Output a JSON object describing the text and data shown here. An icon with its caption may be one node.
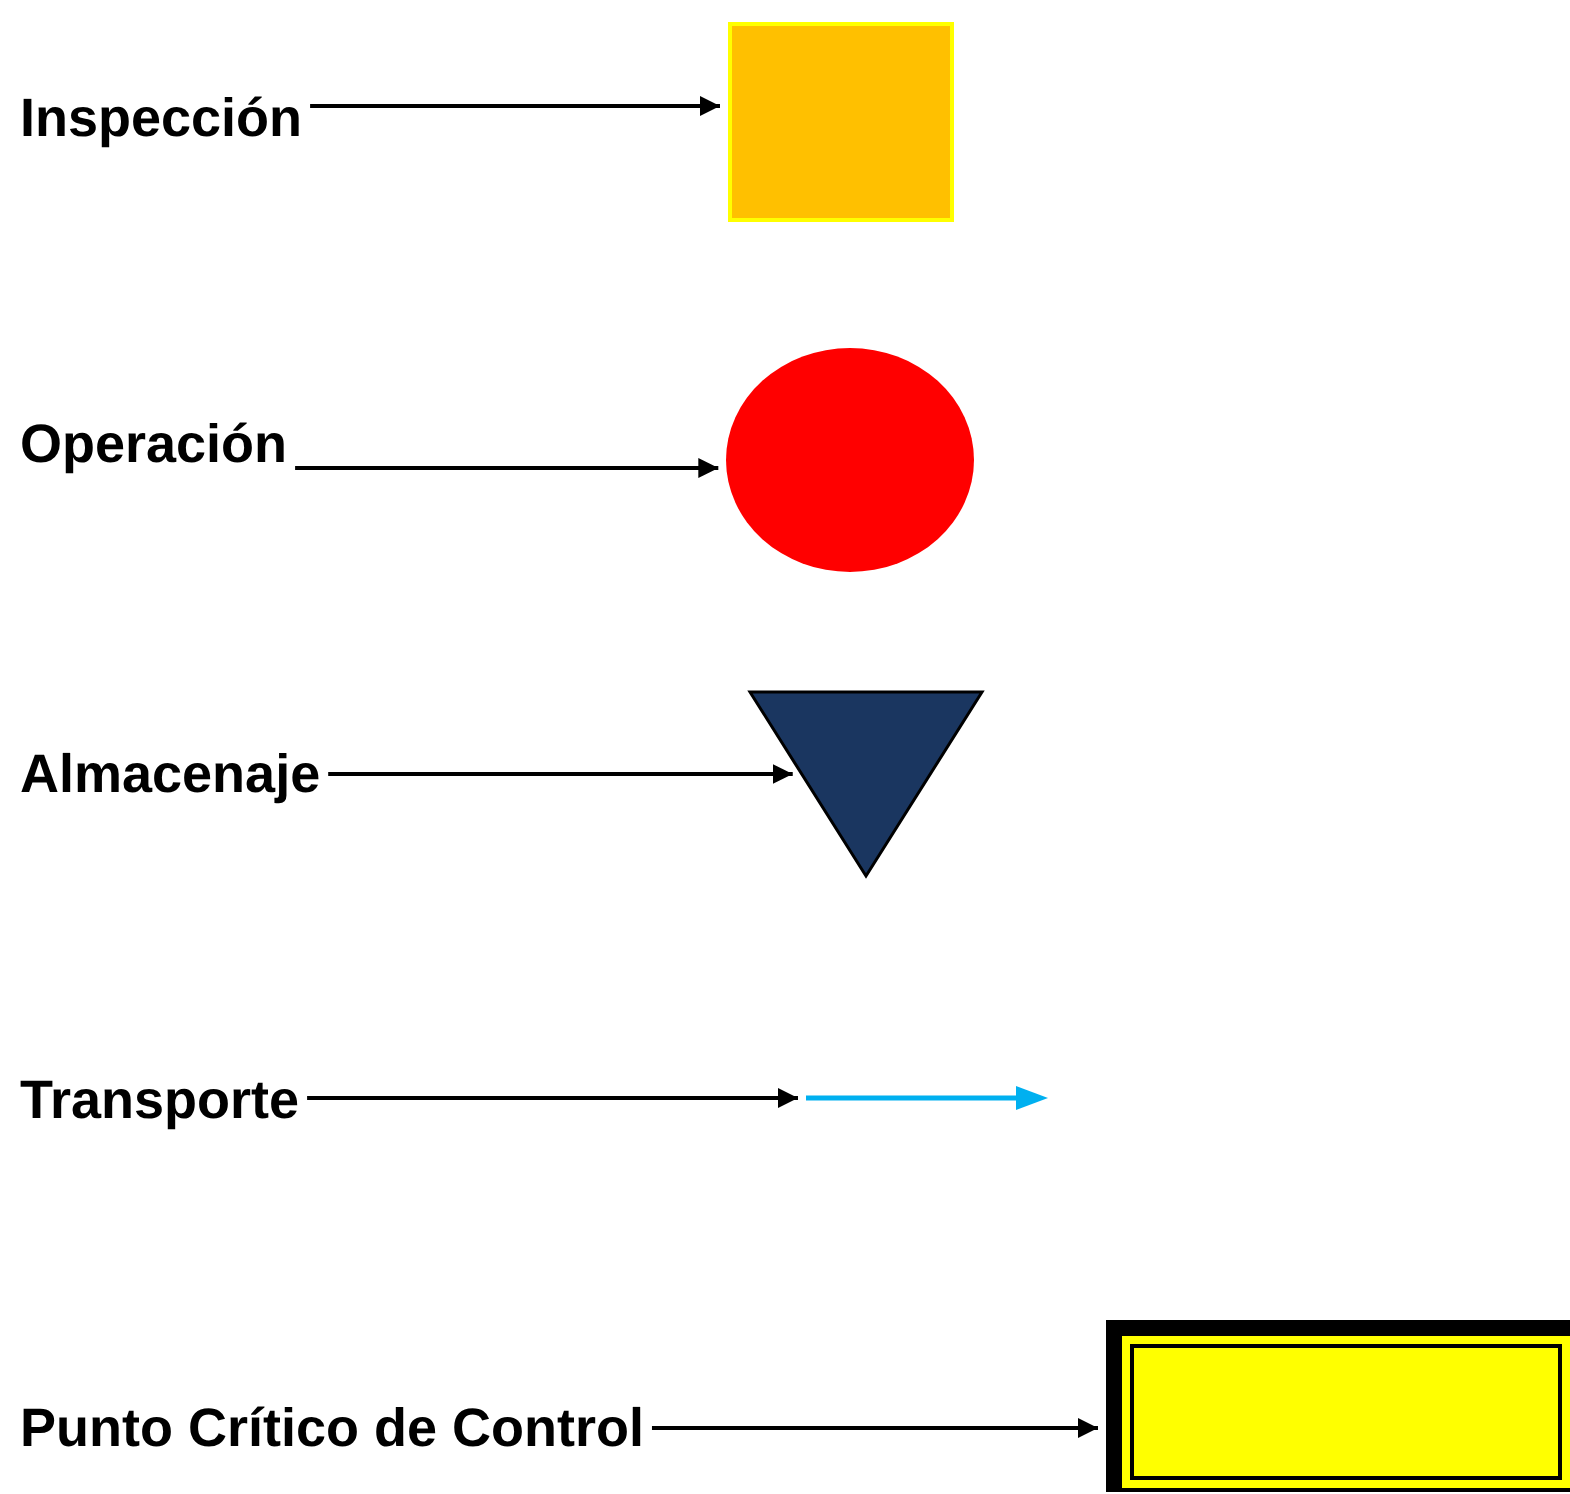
{
  "diagram": {
    "nodes": [
      {
        "text": [
          "Inspección"
        ]
      },
      {
        "text": [],
        "shape": "box"
      },
      {
        "text": [
          "Operación"
        ]
      },
      {
        "text": [],
        "shape": "circle"
      },
      {
        "text": [
          "Almacenaje"
        ]
      },
      {
        "text": [],
        "shape": "triangle"
      },
      {
        "text": [
          "Transporte"
        ]
      },
      {
        "text": [],
        "shape": "arrow"
      },
      {
        "text": [
          "Punto Crítico de Control"
        ]
      },
      {
        "text": [],
        "shape": "frame"
      }
    ],
    "edges": [
      {
        "from": 0,
        "to": 1,
        "arrow": "to"
      },
      {
        "from": 2,
        "to": 3,
        "arrow": "to"
      },
      {
        "from": 4,
        "to": 5,
        "arrow": "to"
      },
      {
        "from": 6,
        "to": 7,
        "arrow": "to"
      },
      {
        "from": 8,
        "to": 9,
        "arrow": "to"
      }
    ]
  }
}
